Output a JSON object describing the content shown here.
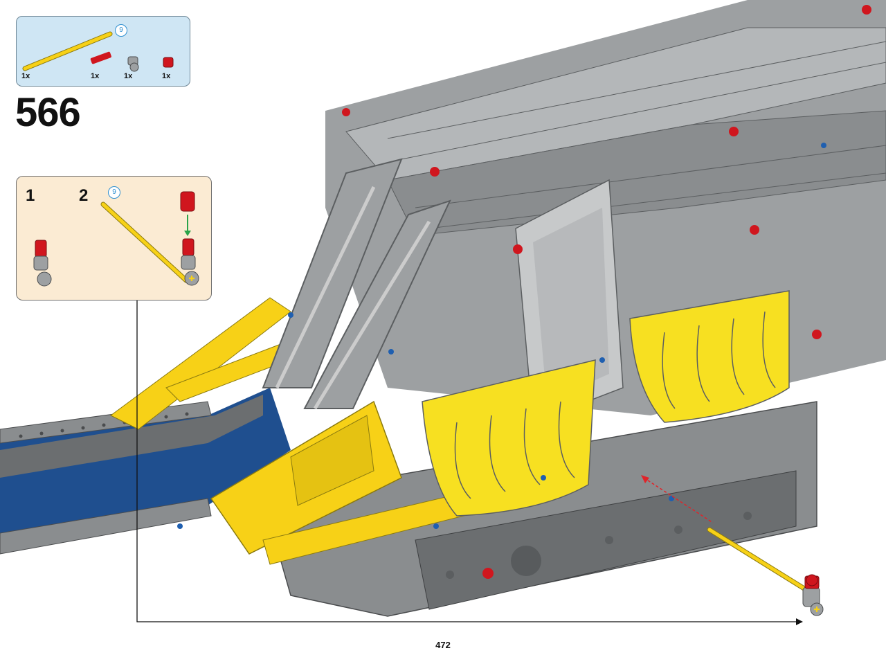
{
  "step": {
    "number": "566"
  },
  "parts_callout": {
    "length_badge": "9",
    "items": [
      {
        "icon": "yellow-axle-9-icon",
        "qty": "1x"
      },
      {
        "icon": "red-axle-pin-icon",
        "qty": "1x"
      },
      {
        "icon": "gray-axle-connector-icon",
        "qty": "1x"
      },
      {
        "icon": "red-bush-icon",
        "qty": "1x"
      }
    ]
  },
  "sub_assembly": {
    "step_1": "1",
    "step_2": "2",
    "length_badge": "9"
  },
  "page": {
    "number": "472"
  },
  "colors": {
    "lego_yellow": "#f7d117",
    "lego_gray": "#8a8d8f",
    "lego_dark_gray": "#5b5e60",
    "lego_red": "#d0161e",
    "lego_blue": "#1f4f8f",
    "parts_box_bg": "#cfe6f4",
    "sub_box_bg": "#fbebd3",
    "arrow_red": "#e0242a",
    "arrow_green": "#2aa34a"
  }
}
